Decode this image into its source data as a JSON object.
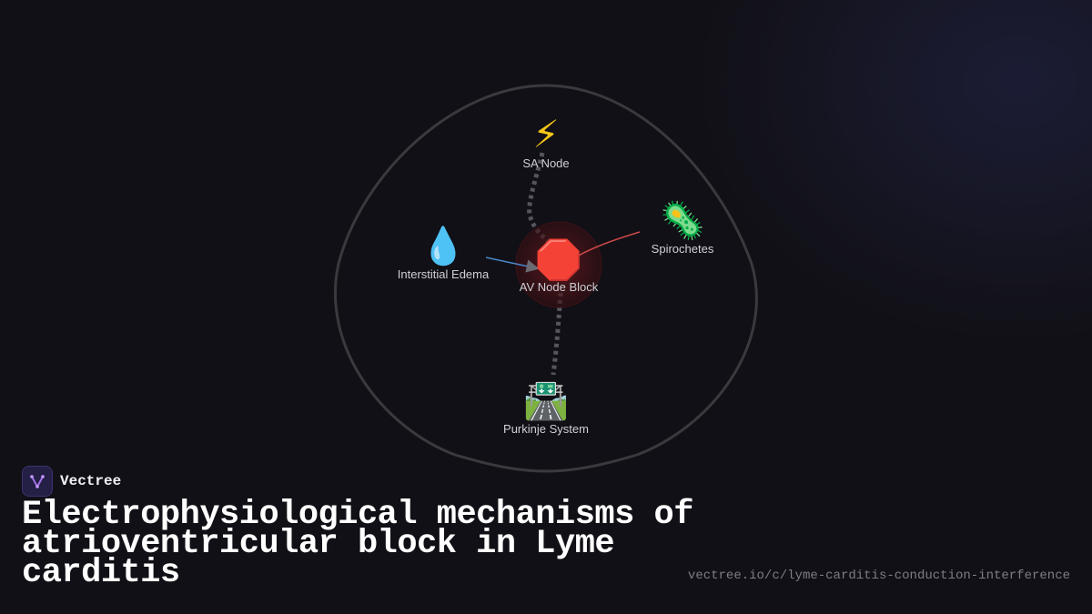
{
  "brand": {
    "name": "Vectree"
  },
  "title": "Electrophysiological mechanisms of atrioventricular block in Lyme carditis",
  "url": "vectree.io/c/lyme-carditis-conduction-interference",
  "colors": {
    "background": "#111016",
    "boundary": "#3a3a3e",
    "pathway": "#55555c",
    "edema_arrow": "#4a86c8",
    "spirochete_arrow": "#c94848",
    "block_glow": "#5a1418",
    "label": "#cfd0d6"
  },
  "nodes": {
    "sa_node": {
      "label": "SA Node",
      "icon": "lightning-icon",
      "glyph": "⚡"
    },
    "av_node_block": {
      "label": "AV Node Block",
      "icon": "stop-sign-icon",
      "glyph": "🛑"
    },
    "interstitial_edema": {
      "label": "Interstitial Edema",
      "icon": "water-drop-icon",
      "glyph": "💧"
    },
    "spirochetes": {
      "label": "Spirochetes",
      "icon": "microbe-icon",
      "glyph": "🦠"
    },
    "purkinje_system": {
      "label": "Purkinje System",
      "icon": "motorway-icon",
      "glyph": "🛣️"
    }
  },
  "edges": [
    {
      "from": "sa_node",
      "to": "av_node_block",
      "style": "dotted-pathway"
    },
    {
      "from": "av_node_block",
      "to": "purkinje_system",
      "style": "dotted-pathway"
    },
    {
      "from": "interstitial_edema",
      "to": "av_node_block",
      "style": "arrow-blue"
    },
    {
      "from": "spirochetes",
      "to": "av_node_block",
      "style": "arrow-red"
    }
  ]
}
